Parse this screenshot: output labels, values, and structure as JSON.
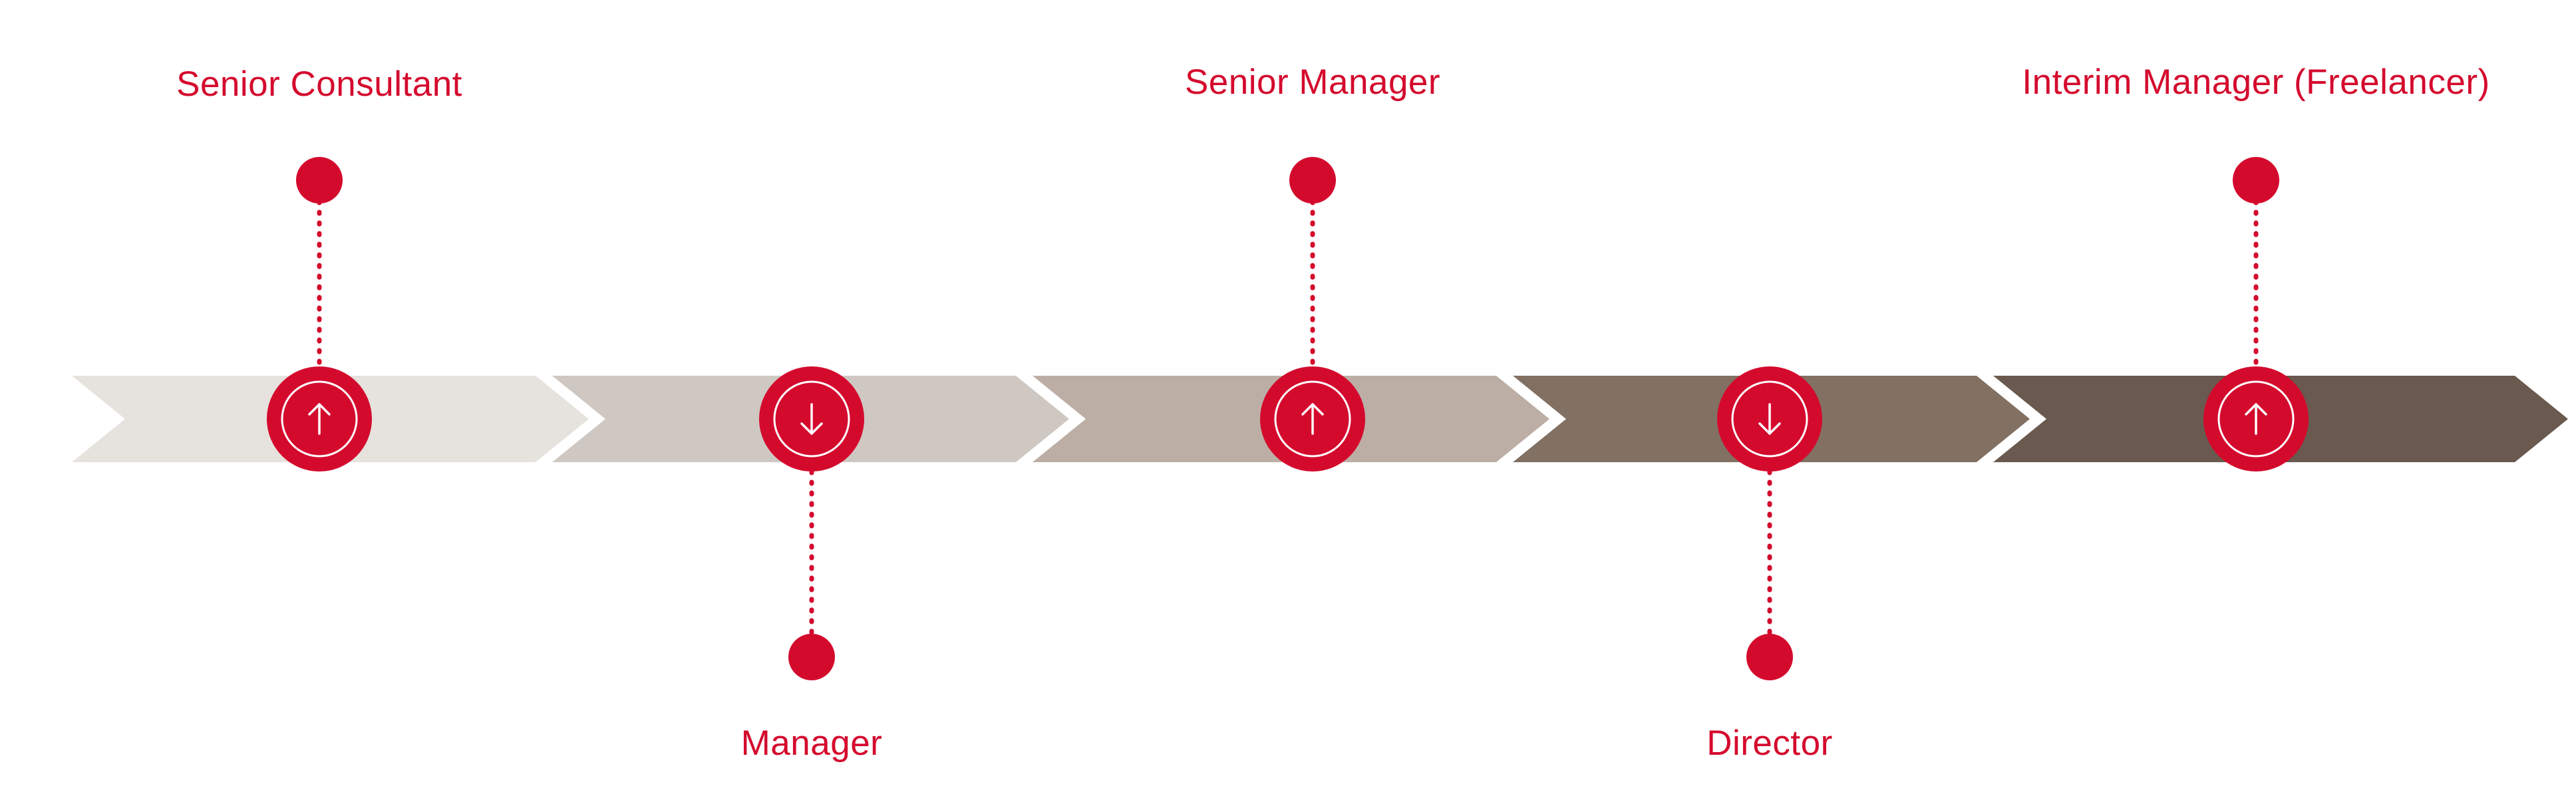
{
  "colors": {
    "accent": "#d40a2d",
    "background": "#ffffff"
  },
  "timeline": {
    "stages": [
      {
        "label": "Senior Consultant",
        "direction": "up",
        "arrow_icon": "arrow-up-icon",
        "segment_color": "#e6e2dd"
      },
      {
        "label": "Manager",
        "direction": "down",
        "arrow_icon": "arrow-down-icon",
        "segment_color": "#cfc8c2"
      },
      {
        "label": "Senior Manager",
        "direction": "up",
        "arrow_icon": "arrow-up-icon",
        "segment_color": "#bcaea5"
      },
      {
        "label": "Director",
        "direction": "down",
        "arrow_icon": "arrow-down-icon",
        "segment_color": "#827062"
      },
      {
        "label": "Interim Manager (Freelancer)",
        "direction": "up",
        "arrow_icon": "arrow-up-icon",
        "segment_color": "#6a594e"
      }
    ]
  }
}
